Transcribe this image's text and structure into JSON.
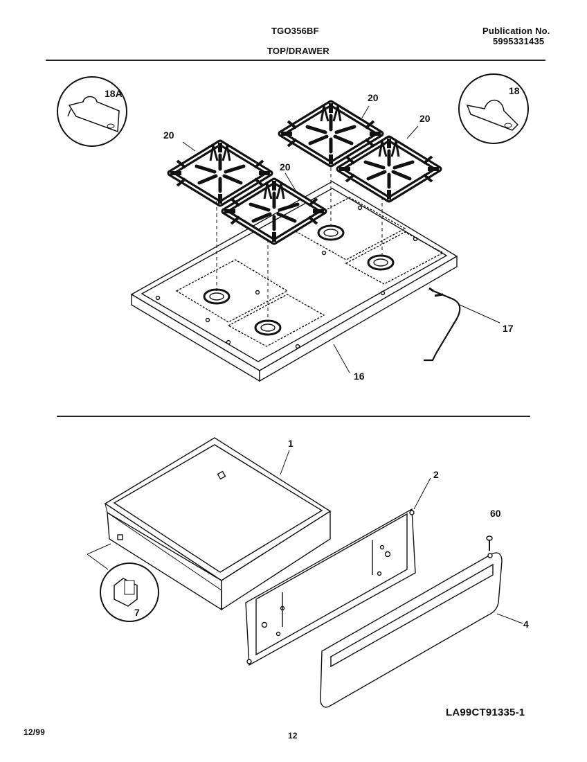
{
  "header": {
    "model": "TGO356BF",
    "publication_label": "Publication No.",
    "publication_number": "5995331435",
    "section_title": "TOP/DRAWER"
  },
  "callouts": {
    "part_18a": "18A",
    "part_18": "18",
    "grate_left": "20",
    "grate_center_top": "20",
    "grate_right_top": "20",
    "grate_front": "20",
    "part_17": "17",
    "part_16": "16",
    "part_1": "1",
    "part_2": "2",
    "part_60": "60",
    "part_4": "4",
    "part_7": "7"
  },
  "footer": {
    "date": "12/99",
    "page_number": "12",
    "drawing_id": "LA99CT91335-1"
  }
}
